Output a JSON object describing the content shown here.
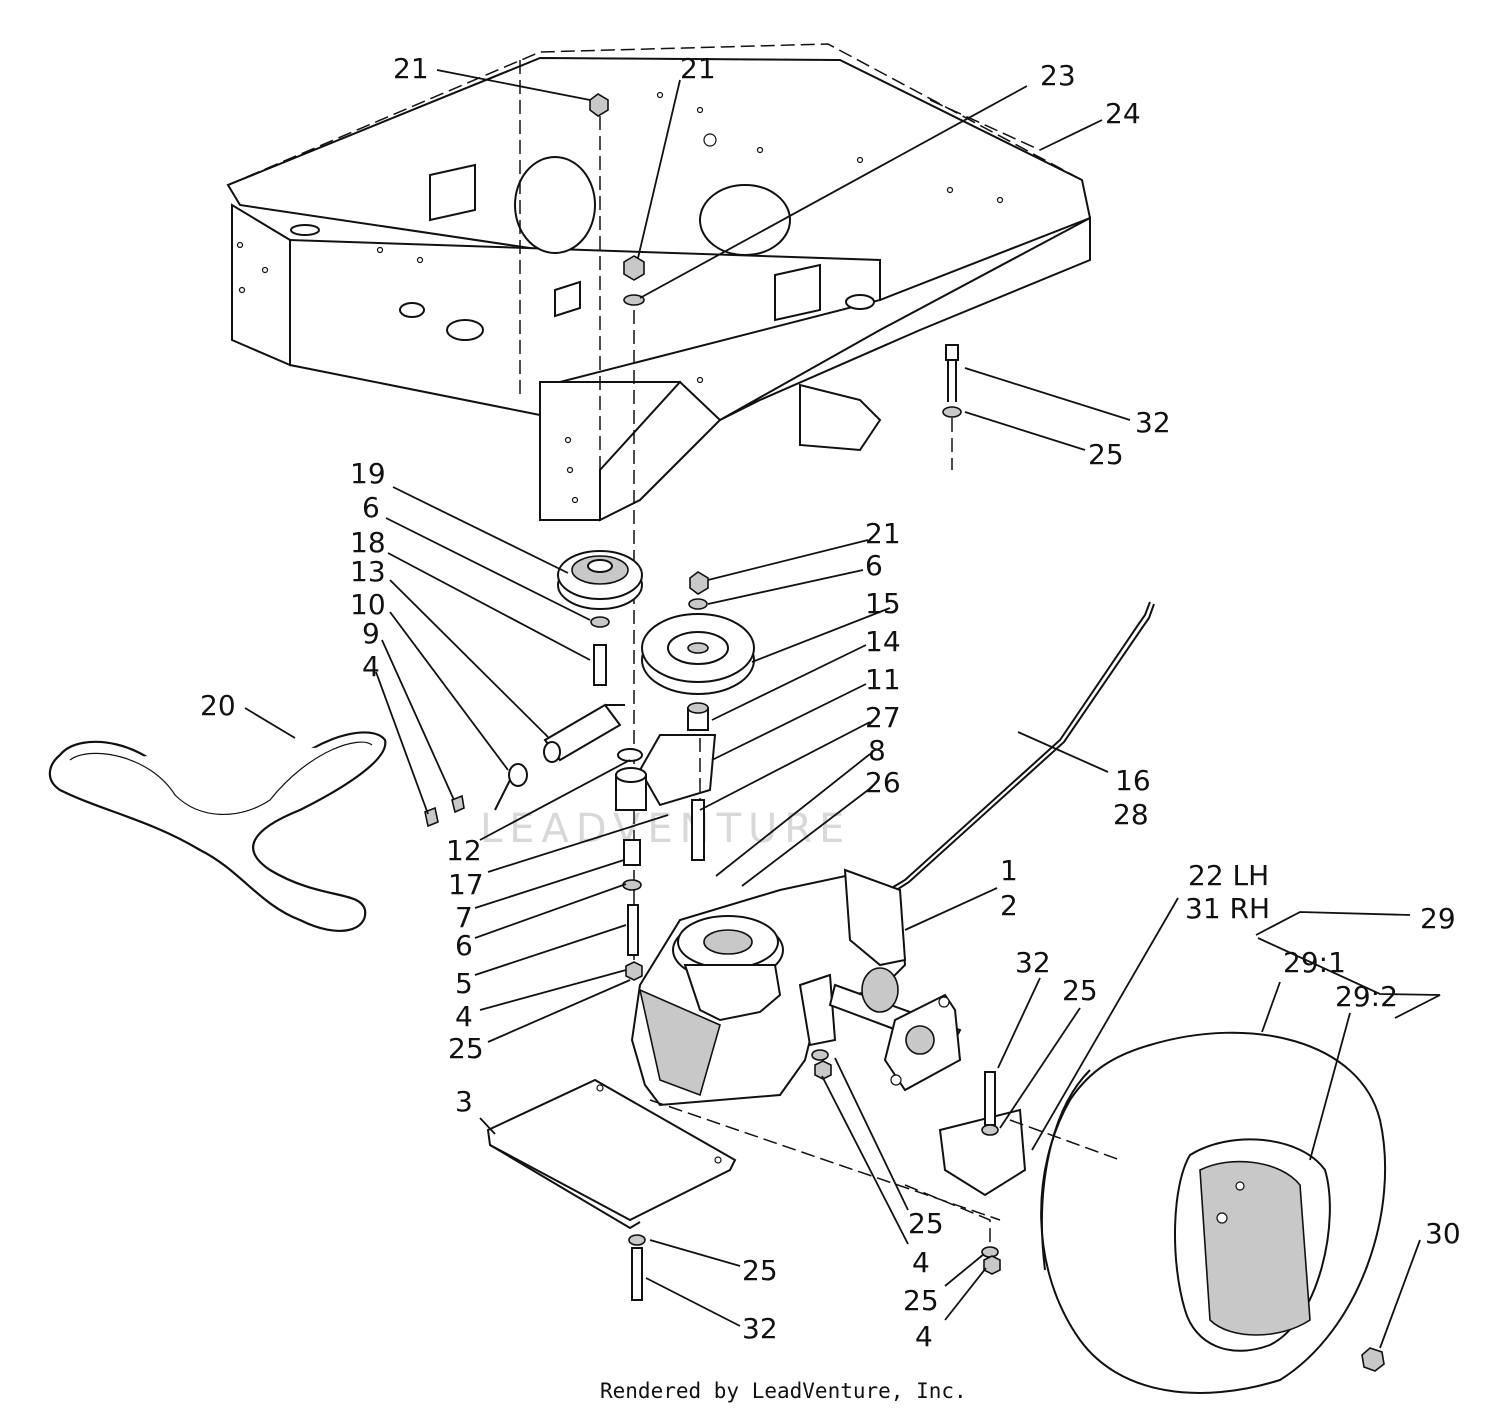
{
  "credit": "Rendered by LeadVenture, Inc.",
  "watermark": "LEADVENTURE",
  "callouts": [
    "21",
    "21",
    "23",
    "24",
    "32",
    "25",
    "19",
    "6",
    "18",
    "13",
    "10",
    "9",
    "4",
    "20",
    "21",
    "6",
    "15",
    "14",
    "11",
    "27",
    "8",
    "26",
    "16",
    "28",
    "12",
    "17",
    "7",
    "6",
    "5",
    "4",
    "25",
    "1",
    "2",
    "22 LH",
    "31 RH",
    "29",
    "29:1",
    "29:2",
    "32",
    "25",
    "3",
    "25",
    "4",
    "25",
    "4",
    "30",
    "25",
    "32"
  ]
}
